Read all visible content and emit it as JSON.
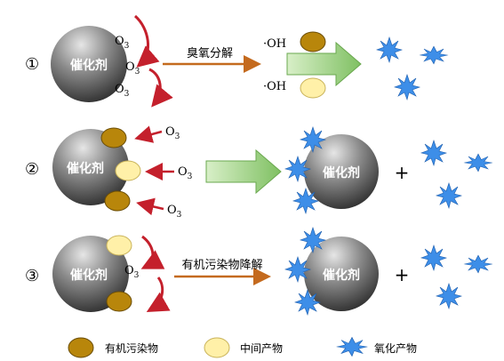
{
  "rows": [
    {
      "marker": "①",
      "catalyst": "催化剂",
      "ozone": [
        "O",
        "O",
        "O"
      ],
      "ozone_sub": "3",
      "process": "臭氧分解",
      "radicals": [
        "·OH",
        "·OH"
      ]
    },
    {
      "marker": "②",
      "catalyst": "催化剂",
      "ozone": [
        "O",
        "O",
        "O"
      ],
      "ozone_sub": "3",
      "result_catalyst": "催化剂",
      "plus": "+"
    },
    {
      "marker": "③",
      "catalyst": "催化剂",
      "ozone": [
        "O"
      ],
      "ozone_sub": "3",
      "process": "有机污染物降解",
      "result_catalyst": "催化剂",
      "plus": "+"
    }
  ],
  "legend": {
    "organic": "有机污染物",
    "intermediate": "中间产物",
    "oxidation": "氧化产物"
  },
  "colors": {
    "organic": "#b8860b",
    "intermediate": "#fff0a8",
    "oxidation": "#3d8ee8",
    "process_arrow": "#c46a1e",
    "ozone_arrow": "#c4202c",
    "green_arrow": "#86c46a"
  }
}
